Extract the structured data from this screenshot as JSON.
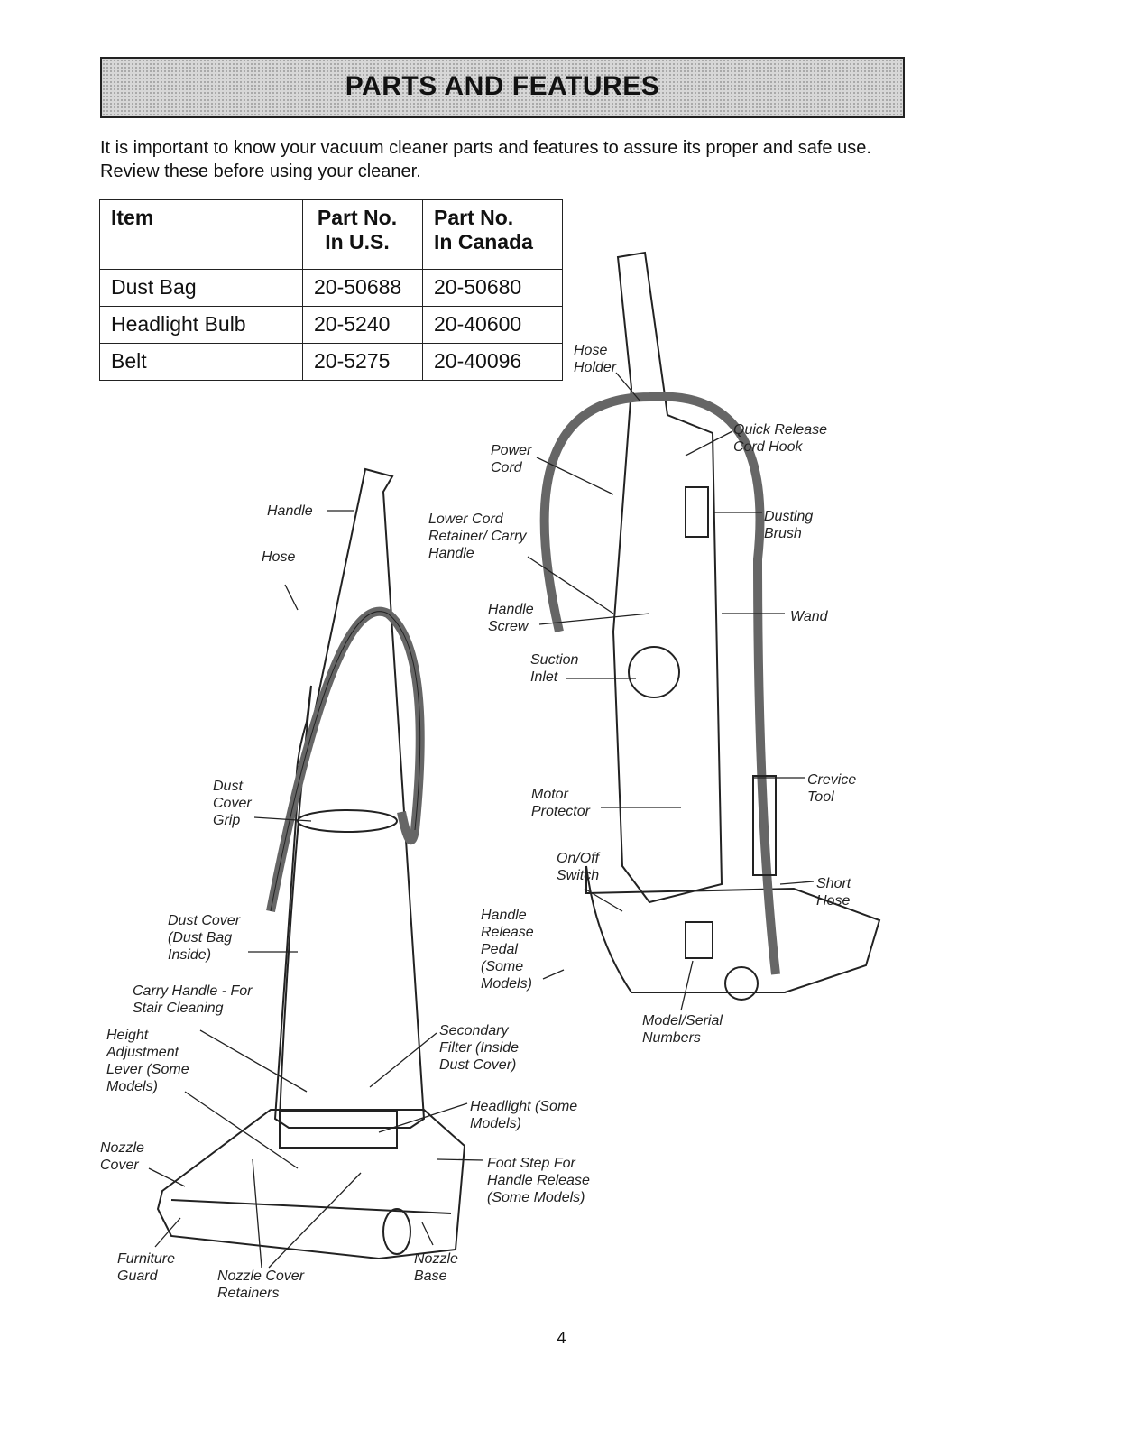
{
  "header": {
    "title": "PARTS AND FEATURES"
  },
  "intro": "It is important to know your vacuum cleaner parts and features to assure its proper and safe use. Review these before using your cleaner.",
  "table": {
    "headers": [
      "Item",
      "Part No. In U.S.",
      "Part No. In Canada"
    ],
    "rows": [
      [
        "Dust Bag",
        "20-50688",
        "20-50680"
      ],
      [
        "Headlight Bulb",
        "20-5240",
        "20-40600"
      ],
      [
        "Belt",
        "20-5275",
        "20-40096"
      ]
    ]
  },
  "labels": {
    "hose_holder": "Hose Holder",
    "quick_release": "Quick Release Cord Hook",
    "power_cord": "Power Cord",
    "dusting_brush": "Dusting Brush",
    "handle": "Handle",
    "lower_cord": "Lower Cord Retainer/ Carry Handle",
    "hose": "Hose",
    "handle_screw": "Handle Screw",
    "wand": "Wand",
    "suction_inlet": "Suction Inlet",
    "dust_cover_grip": "Dust Cover Grip",
    "motor_protector": "Motor Protector",
    "crevice_tool": "Crevice Tool",
    "onoff_switch": "On/Off Switch",
    "short_hose": "Short Hose",
    "dust_cover": "Dust Cover (Dust Bag Inside)",
    "handle_release": "Handle Release Pedal (Some Models)",
    "carry_handle_stair": "Carry Handle - For Stair Cleaning",
    "model_serial": "Model/Serial Numbers",
    "height_adjustment": "Height Adjustment Lever (Some Models)",
    "secondary_filter": "Secondary Filter (Inside Dust Cover)",
    "headlight": "Headlight (Some Models)",
    "nozzle_cover": "Nozzle Cover",
    "foot_step": "Foot Step For Handle Release (Some Models)",
    "furniture_guard": "Furniture Guard",
    "nozzle_cover_retainers": "Nozzle Cover Retainers",
    "nozzle_base": "Nozzle Base"
  },
  "page_number": "4"
}
